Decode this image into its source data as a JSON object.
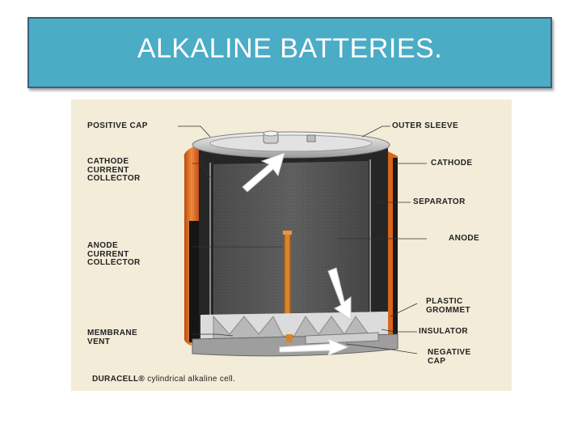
{
  "slide": {
    "title": "ALKALINE BATTERIES."
  },
  "figure": {
    "labels": {
      "positive_cap": "POSITIVE CAP",
      "cathode_current_collector": "CATHODE\nCURRENT\nCOLLECTOR",
      "anode_current_collector": "ANODE\nCURRENT\nCOLLECTOR",
      "membrane_vent": "MEMBRANE\nVENT",
      "outer_sleeve": "OUTER SLEEVE",
      "cathode": "CATHODE",
      "separator": "SEPARATOR",
      "anode": "ANODE",
      "plastic_grommet": "PLASTIC\nGROMMET",
      "insulator": "INSULATOR",
      "negative_cap": "NEGATIVE\nCAP"
    },
    "caption_brand": "DURACELL®",
    "caption_text": " cylindrical alkaline cell.",
    "colors": {
      "background": "#f2ecd8",
      "outer_sleeve": "#d9661c",
      "cathode": "#2a2a2a",
      "anode": "#5a5a5a",
      "current_collector": "#d9832a",
      "metal": "#c9c9c9",
      "title_bar": "#4bacc6"
    }
  }
}
